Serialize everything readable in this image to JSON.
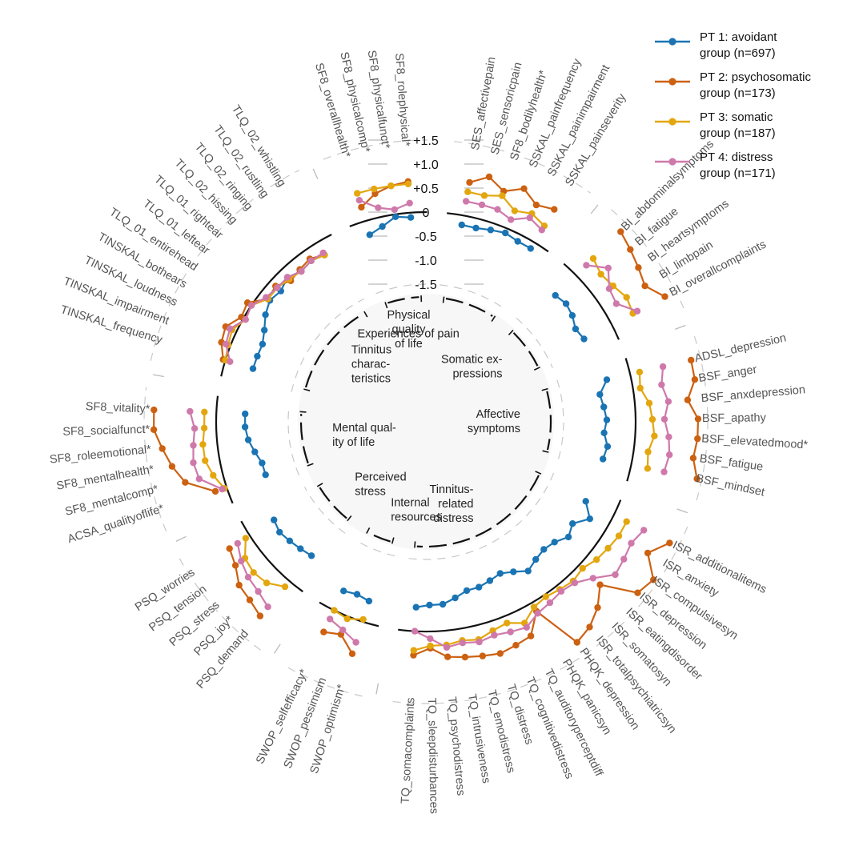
{
  "chart_data": {
    "type": "radial-line",
    "title": "",
    "scale": {
      "min": -1.5,
      "max": 1.5,
      "ticks": [
        "+1.5",
        "+1.0",
        "+0.5",
        "0",
        "-0.5",
        "-1.0",
        "-1.5"
      ],
      "tick_values": [
        1.5,
        1.0,
        0.5,
        0,
        -0.5,
        -1.0,
        -1.5
      ],
      "zero_reference": 0
    },
    "legend": {
      "position": "top-right",
      "entries": [
        {
          "line1": "PT 1: avoidant",
          "line2": "group (n=697)",
          "color": "#1a74b3"
        },
        {
          "line1": "PT 2: psychosomatic",
          "line2": "group (n=173)",
          "color": "#cc6111"
        },
        {
          "line1": "PT 3: somatic",
          "line2": "group (n=187)",
          "color": "#e3a60e"
        },
        {
          "line1": "PT 4: distress",
          "line2": "group (n=171)",
          "color": "#cf79ab"
        }
      ]
    },
    "series_names": [
      "PT 1: avoidant group (n=697)",
      "PT 2: psychosomatic group (n=173)",
      "PT 3: somatic group (n=187)",
      "PT 4: distress group (n=171)"
    ],
    "series_colors": [
      "#1a74b3",
      "#cc6111",
      "#e3a60e",
      "#cf79ab"
    ],
    "groups": [
      {
        "name": "Tinnitus characteristics",
        "label_lines": [
          "Tinnitus",
          "charac-",
          "teristics"
        ],
        "variables": [
          {
            "label": "TINSKAL_frequency",
            "values": [
              -0.6,
              0.05,
              0.0,
              -0.1
            ]
          },
          {
            "label": "TINSKAL_impairment",
            "values": [
              -0.6,
              0.2,
              0.05,
              0.1
            ]
          },
          {
            "label": "TINSKAL_loudness",
            "values": [
              -0.6,
              0.25,
              0.1,
              0.15
            ]
          },
          {
            "label": "TINSKAL_bothears",
            "values": [
              -0.5,
              0.05,
              -0.05,
              -0.05
            ]
          },
          {
            "label": "TLQ_01_entirehead",
            "values": [
              -0.35,
              0.1,
              0.0,
              0.0
            ]
          },
          {
            "label": "TLQ_01_leftear",
            "values": [
              -0.25,
              -0.2,
              -0.2,
              -0.15
            ]
          },
          {
            "label": "TLQ_01_rightear",
            "values": [
              -0.3,
              -0.15,
              -0.2,
              -0.2
            ]
          },
          {
            "label": "TLQ_02_hissing",
            "values": [
              -0.2,
              -0.3,
              -0.25,
              -0.2
            ]
          },
          {
            "label": "TLQ_02_ringing",
            "values": [
              -0.3,
              -0.25,
              -0.3,
              -0.3
            ]
          },
          {
            "label": "TLQ_02_rustling",
            "values": [
              -0.25,
              -0.2,
              -0.25,
              -0.25
            ]
          },
          {
            "label": "TLQ_02_whistling",
            "values": [
              -0.3,
              -0.3,
              -0.3,
              -0.25
            ]
          }
        ]
      },
      {
        "name": "Physical quality of life",
        "label_lines": [
          "Physical",
          "quality",
          "of life"
        ],
        "variables": [
          {
            "label": "SF8_overallhealth*",
            "values": [
              -0.3,
              0.3,
              0.6,
              0.45
            ]
          },
          {
            "label": "SF8_physicalcomp*",
            "values": [
              -0.2,
              0.5,
              0.6,
              0.2
            ]
          },
          {
            "label": "SF8_physicalfunct*",
            "values": [
              -0.05,
              0.6,
              0.6,
              0.1
            ]
          },
          {
            "label": "SF8_rolephysical*",
            "values": [
              -0.1,
              0.65,
              0.6,
              0.2
            ]
          }
        ]
      },
      {
        "name": "Experiences of pain",
        "label_lines": [
          "Experiences of pain"
        ],
        "variables": [
          {
            "label": "SES_affectivepain",
            "values": [
              -0.2,
              0.7,
              0.5,
              0.3
            ]
          },
          {
            "label": "SES_sensoricpain",
            "values": [
              -0.2,
              0.9,
              0.5,
              0.3
            ]
          },
          {
            "label": "SF8_bodilyhealth*",
            "values": [
              -0.15,
              0.7,
              0.6,
              0.3
            ]
          },
          {
            "label": "SSKAL_painfrequency",
            "values": [
              -0.1,
              0.9,
              0.4,
              0.2
            ]
          },
          {
            "label": "SSKAL_painimpairment",
            "values": [
              -0.15,
              0.7,
              0.5,
              0.4
            ]
          },
          {
            "label": "SSKAL_painseverity",
            "values": [
              -0.15,
              0.8,
              0.4,
              0.3
            ]
          }
        ]
      },
      {
        "name": "Somatic expressions",
        "label_lines": [
          "Somatic ex-",
          "pressions"
        ],
        "variables": [
          {
            "label": "BI_abdominalsymptoms",
            "values": [
              -0.6,
              1.3,
              0.5,
              0.3
            ]
          },
          {
            "label": "BI_fatigue",
            "values": [
              -0.55,
              1.2,
              0.4,
              0.6
            ]
          },
          {
            "label": "BI_heartsymptoms",
            "values": [
              -0.6,
              1.1,
              0.45,
              0.35
            ]
          },
          {
            "label": "BI_limbpain",
            "values": [
              -0.7,
              1.0,
              0.55,
              0.3
            ]
          },
          {
            "label": "BI_overallcomplaints",
            "values": [
              -0.65,
              1.25,
              0.5,
              0.6
            ]
          }
        ]
      },
      {
        "name": "Affective symptoms",
        "label_lines": [
          "Affective",
          "symptoms"
        ],
        "variables": [
          {
            "label": "ADSL_depression",
            "values": [
              -0.5,
              1.3,
              0.2,
              0.7
            ]
          },
          {
            "label": "BSF_anger",
            "values": [
              -0.7,
              1.3,
              0.15,
              0.6
            ]
          },
          {
            "label": "BSF_anxdepression",
            "values": [
              -0.65,
              1.1,
              0.3,
              0.7
            ]
          },
          {
            "label": "BSF_apathy",
            "values": [
              -0.6,
              1.3,
              0.35,
              0.6
            ]
          },
          {
            "label": "BSF_elevatedmood*",
            "values": [
              -0.65,
              1.3,
              0.4,
              0.7
            ]
          },
          {
            "label": "BSF_fatigue",
            "values": [
              -0.55,
              1.25,
              0.3,
              0.75
            ]
          },
          {
            "label": "BSF_mindset",
            "values": [
              -0.6,
              1.4,
              0.35,
              0.7
            ]
          }
        ]
      },
      {
        "name": "Tinnitus-related distress",
        "label_lines": [
          "Tinnitus-",
          "related",
          "distress"
        ],
        "variables": [
          {
            "label": "ISR_additionalitems",
            "values": [
              -0.65,
              1.3,
              0.3,
              0.7
            ]
          },
          {
            "label": "ISR_anxiety",
            "values": [
              -0.4,
              1.0,
              0.3,
              0.6
            ]
          },
          {
            "label": "ISR_compulsivesyn",
            "values": [
              -0.65,
              1.4,
              0.25,
              0.65
            ]
          },
          {
            "label": "ISR_depression",
            "values": [
              -0.55,
              1.3,
              0.2,
              0.7
            ]
          },
          {
            "label": "ISR_eatingdisorder",
            "values": [
              -0.7,
              0.6,
              0.1,
              0.4
            ]
          },
          {
            "label": "ISR_somatosyn",
            "values": [
              -0.75,
              0.9,
              0.15,
              0.2
            ]
          },
          {
            "label": "ISR_totalpsychiatricsyn",
            "values": [
              -0.7,
              1.1,
              0.1,
              0.15
            ]
          },
          {
            "label": "PHQK_depression",
            "values": [
              -0.6,
              1.2,
              0.05,
              0.2
            ]
          },
          {
            "label": "PHQK_panicsyn",
            "values": [
              -0.75,
              0.2,
              0.1,
              0.25
            ]
          },
          {
            "label": "TQ_auditoryperceptdiff",
            "values": [
              -0.85,
              0.6,
              0.3,
              0.4
            ]
          },
          {
            "label": "TQ_cognitivedistress",
            "values": [
              -0.8,
              0.65,
              0.15,
              0.35
            ]
          },
          {
            "label": "TQ_distress",
            "values": [
              -0.75,
              0.7,
              0.2,
              0.3
            ]
          },
          {
            "label": "TQ_emodistress",
            "values": [
              -0.75,
              0.65,
              0.3,
              0.35
            ]
          },
          {
            "label": "TQ_intrusiveness",
            "values": [
              -0.65,
              0.6,
              0.25,
              0.3
            ]
          },
          {
            "label": "TQ_psychodistress",
            "values": [
              -0.55,
              0.55,
              0.3,
              0.35
            ]
          },
          {
            "label": "TQ_sleepdisturbances",
            "values": [
              -0.55,
              0.35,
              0.3,
              0.15
            ]
          },
          {
            "label": "TQ_somacomplaints",
            "values": [
              -0.5,
              0.5,
              0.4,
              0.0
            ]
          }
        ]
      },
      {
        "name": "Internal resources",
        "label_lines": [
          "Internal",
          "resources"
        ],
        "variables": [
          {
            "label": "SWOP_optimism*",
            "values": [
              -0.45,
              0.7,
              -0.05,
              0.45
            ]
          },
          {
            "label": "SWOP_pessimism",
            "values": [
              -0.5,
              0.4,
              0.05,
              0.3
            ]
          },
          {
            "label": "SWOP_selfefficacy*",
            "values": [
              -0.45,
              0.5,
              0.0,
              0.2
            ]
          }
        ]
      },
      {
        "name": "Perceived stress",
        "label_lines": [
          "Perceived",
          "stress"
        ],
        "variables": [
          {
            "label": "PSQ_demand",
            "values": [
              -0.7,
              0.95,
              0.15,
              0.7
            ]
          },
          {
            "label": "PSQ_joy*",
            "values": [
              -0.65,
              0.85,
              0.35,
              0.6
            ]
          },
          {
            "label": "PSQ_stress",
            "values": [
              -0.6,
              0.8,
              0.4,
              0.55
            ]
          },
          {
            "label": "PSQ_tension",
            "values": [
              -0.55,
              0.6,
              0.35,
              0.45
            ]
          },
          {
            "label": "PSQ_worries",
            "values": [
              -0.6,
              0.5,
              0.1,
              0.3
            ]
          }
        ]
      },
      {
        "name": "Mental quality of life",
        "label_lines": [
          "Mental qual-",
          "ity of life"
        ],
        "variables": [
          {
            "label": "ACSA_qualityoflife*",
            "values": [
              -0.85,
              0.25,
              0.05,
              0.1
            ]
          },
          {
            "label": "SF8_mentalcomp*",
            "values": [
              -0.85,
              0.8,
              0.2,
              0.5
            ]
          },
          {
            "label": "SF8_mentalhealth*",
            "values": [
              -0.75,
              1.0,
              0.3,
              0.55
            ]
          },
          {
            "label": "SF8_roleemotional*",
            "values": [
              -0.65,
              1.15,
              0.3,
              0.5
            ]
          },
          {
            "label": "SF8_socialfunct*",
            "values": [
              -0.6,
              1.3,
              0.25,
              0.45
            ]
          },
          {
            "label": "SF8_vitality*",
            "values": [
              -0.6,
              1.3,
              0.25,
              0.55
            ]
          }
        ]
      }
    ]
  }
}
